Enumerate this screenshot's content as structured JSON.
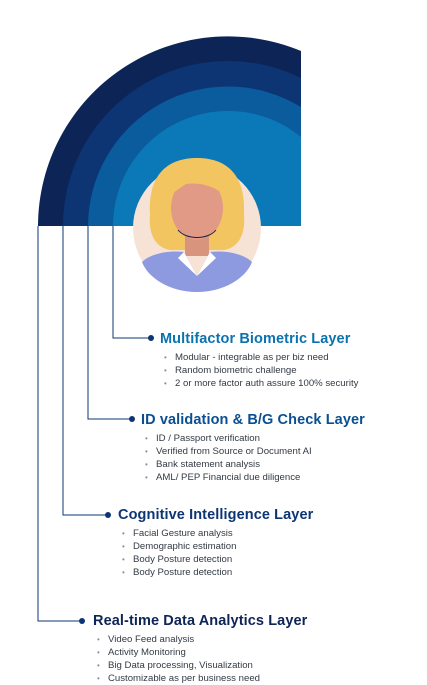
{
  "colors": {
    "arc_outer": "#0c2456",
    "arc_2": "#0d3473",
    "arc_3": "#0a5c9c",
    "arc_inner": "#0b78b8",
    "layer1_title": "#0b72b0",
    "layer2_title": "#0a4f92",
    "layer3_title": "#0d3473",
    "layer4_title": "#0c2456",
    "connector": "#0d3473"
  },
  "icons": {
    "center": "female-avatar-icon"
  },
  "layers": [
    {
      "title": "Multifactor Biometric Layer",
      "items": [
        "Modular - integrable as per biz need",
        "Random biometric challenge",
        "2 or more factor auth assure 100% security"
      ]
    },
    {
      "title": "ID validation & B/G Check Layer",
      "items": [
        "ID / Passport verification",
        "Verified from Source or Document AI",
        "Bank statement analysis",
        "AML/ PEP Financial due diligence"
      ]
    },
    {
      "title": "Cognitive Intelligence Layer",
      "items": [
        "Facial Gesture analysis",
        "Demographic estimation",
        "Body Posture detection",
        "Body Posture detection"
      ]
    },
    {
      "title": "Real-time Data Analytics Layer",
      "items": [
        "Video Feed analysis",
        "Activity Monitoring",
        "Big Data processing, Visualization",
        "Customizable as per business need"
      ]
    }
  ]
}
